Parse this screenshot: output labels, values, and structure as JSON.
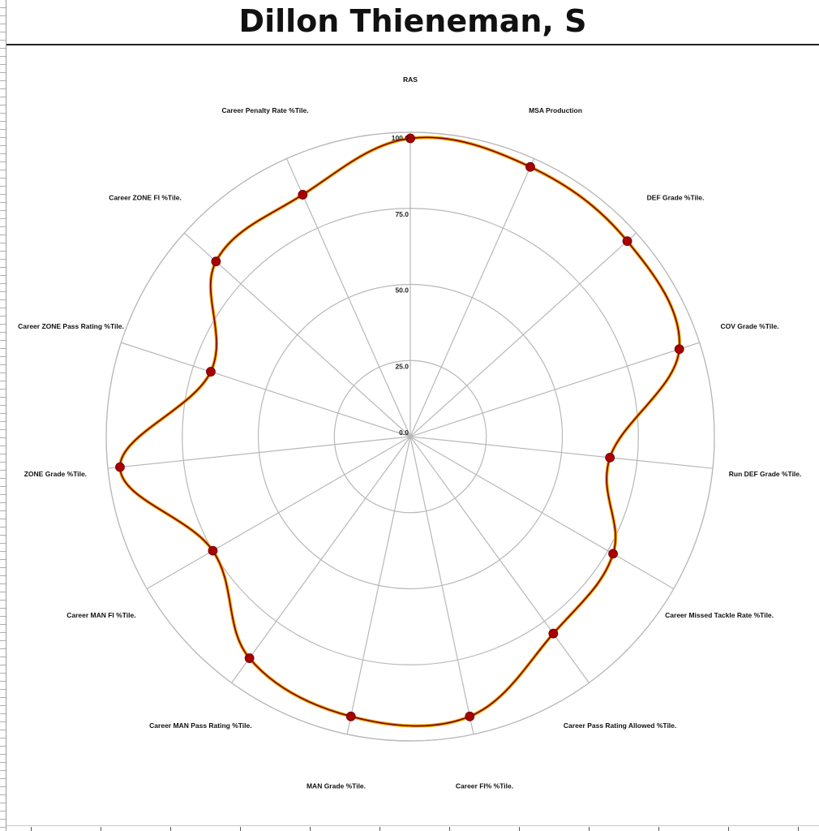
{
  "title": "Dillon Thieneman, S",
  "chart_data": {
    "type": "radar",
    "title": "Dillon Thieneman, S",
    "r_range": [
      0,
      100
    ],
    "r_ticks": [
      "0.0",
      "25.0",
      "50.0",
      "75.0",
      "100.0"
    ],
    "r_tick_values": [
      0,
      25,
      50,
      75,
      100
    ],
    "grid": true,
    "categories": [
      "RAS",
      "MSA Production",
      "DEF Grade %Tile.",
      "COV Grade %Tile.",
      "Run DEF Grade %Tile.",
      "Career Missed Tackle Rate %Tile.",
      "Career Pass Rating Allowed %Tile.",
      "Career FI% %Tile.",
      "MAN Grade %Tile.",
      "Career MAN Pass Rating %Tile.",
      "Career MAN FI %Tile.",
      "ZONE Grade %Tile.",
      "Career ZONE Pass Rating %Tile.",
      "Career ZONE FI %Tile.",
      "Career Penalty Rate %Tile."
    ],
    "series": [
      {
        "values": [
          98,
          97,
          96,
          93,
          66,
          77,
          80,
          94,
          94,
          90,
          75,
          96,
          69,
          86,
          87
        ]
      }
    ],
    "colors": {
      "line_outer": "#f0a500",
      "line_inner": "#7a0000",
      "marker": "#a80000",
      "grid": "#b8b8b8"
    }
  }
}
